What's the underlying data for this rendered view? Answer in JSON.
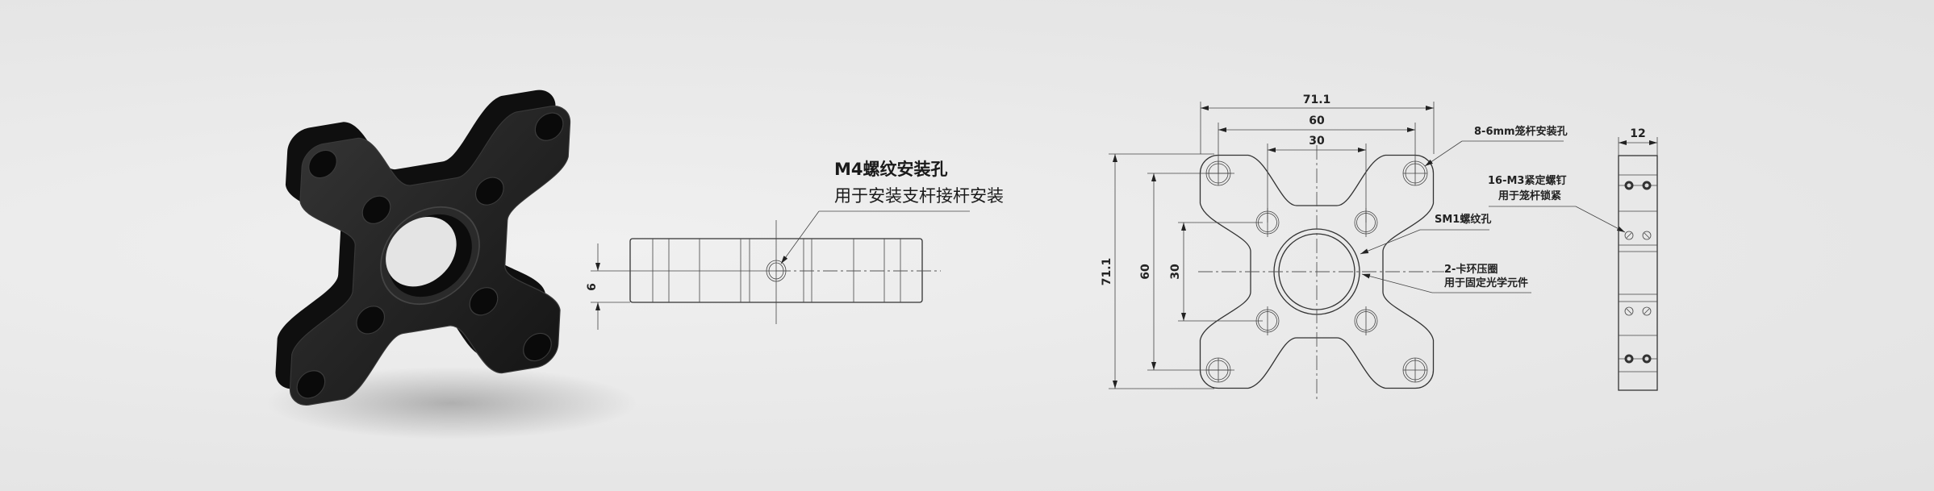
{
  "side_view": {
    "callout_line1": "M4螺纹安装孔",
    "callout_line2": "用于安装支杆接杆安装",
    "dim_thickness": "6"
  },
  "front_view": {
    "dim_width_overall": "71.1",
    "dim_width_holes": "60",
    "dim_width_inner": "30",
    "dim_height_overall": "71.1",
    "dim_height_holes": "60",
    "dim_height_inner": "30",
    "callout_cage_holes": "8-6mm笼杆安装孔",
    "callout_setscrew_line1": "16-M3紧定螺钉",
    "callout_setscrew_line2": "用于笼杆锁紧",
    "callout_sm1": "SM1螺纹孔",
    "callout_ring_line1": "2-卡环压圈",
    "callout_ring_line2": "用于固定光学元件"
  },
  "edge_view": {
    "dim_depth": "12"
  },
  "colors": {
    "part": "#1e1e1e",
    "line": "#333333",
    "background": "#e9e9e9"
  }
}
